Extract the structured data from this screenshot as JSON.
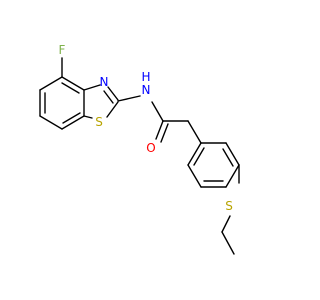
{
  "molecule": {
    "atoms": {
      "fluorine": {
        "label": "F",
        "color": "#7FB24C"
      },
      "thiazole_nitrogen": {
        "label": "N",
        "color": "#0000FF"
      },
      "amide_nitrogen": {
        "label": "N",
        "color": "#0000FF"
      },
      "amide_hydrogen": {
        "label": "H",
        "color": "#0000FF"
      },
      "thiazole_sulfur": {
        "label": "S",
        "color": "#B8A400"
      },
      "carbonyl_oxygen": {
        "label": "O",
        "color": "#FF0000"
      },
      "thioether_sulfur": {
        "label": "S",
        "color": "#B8A400"
      }
    },
    "bond_color": "#000000"
  }
}
